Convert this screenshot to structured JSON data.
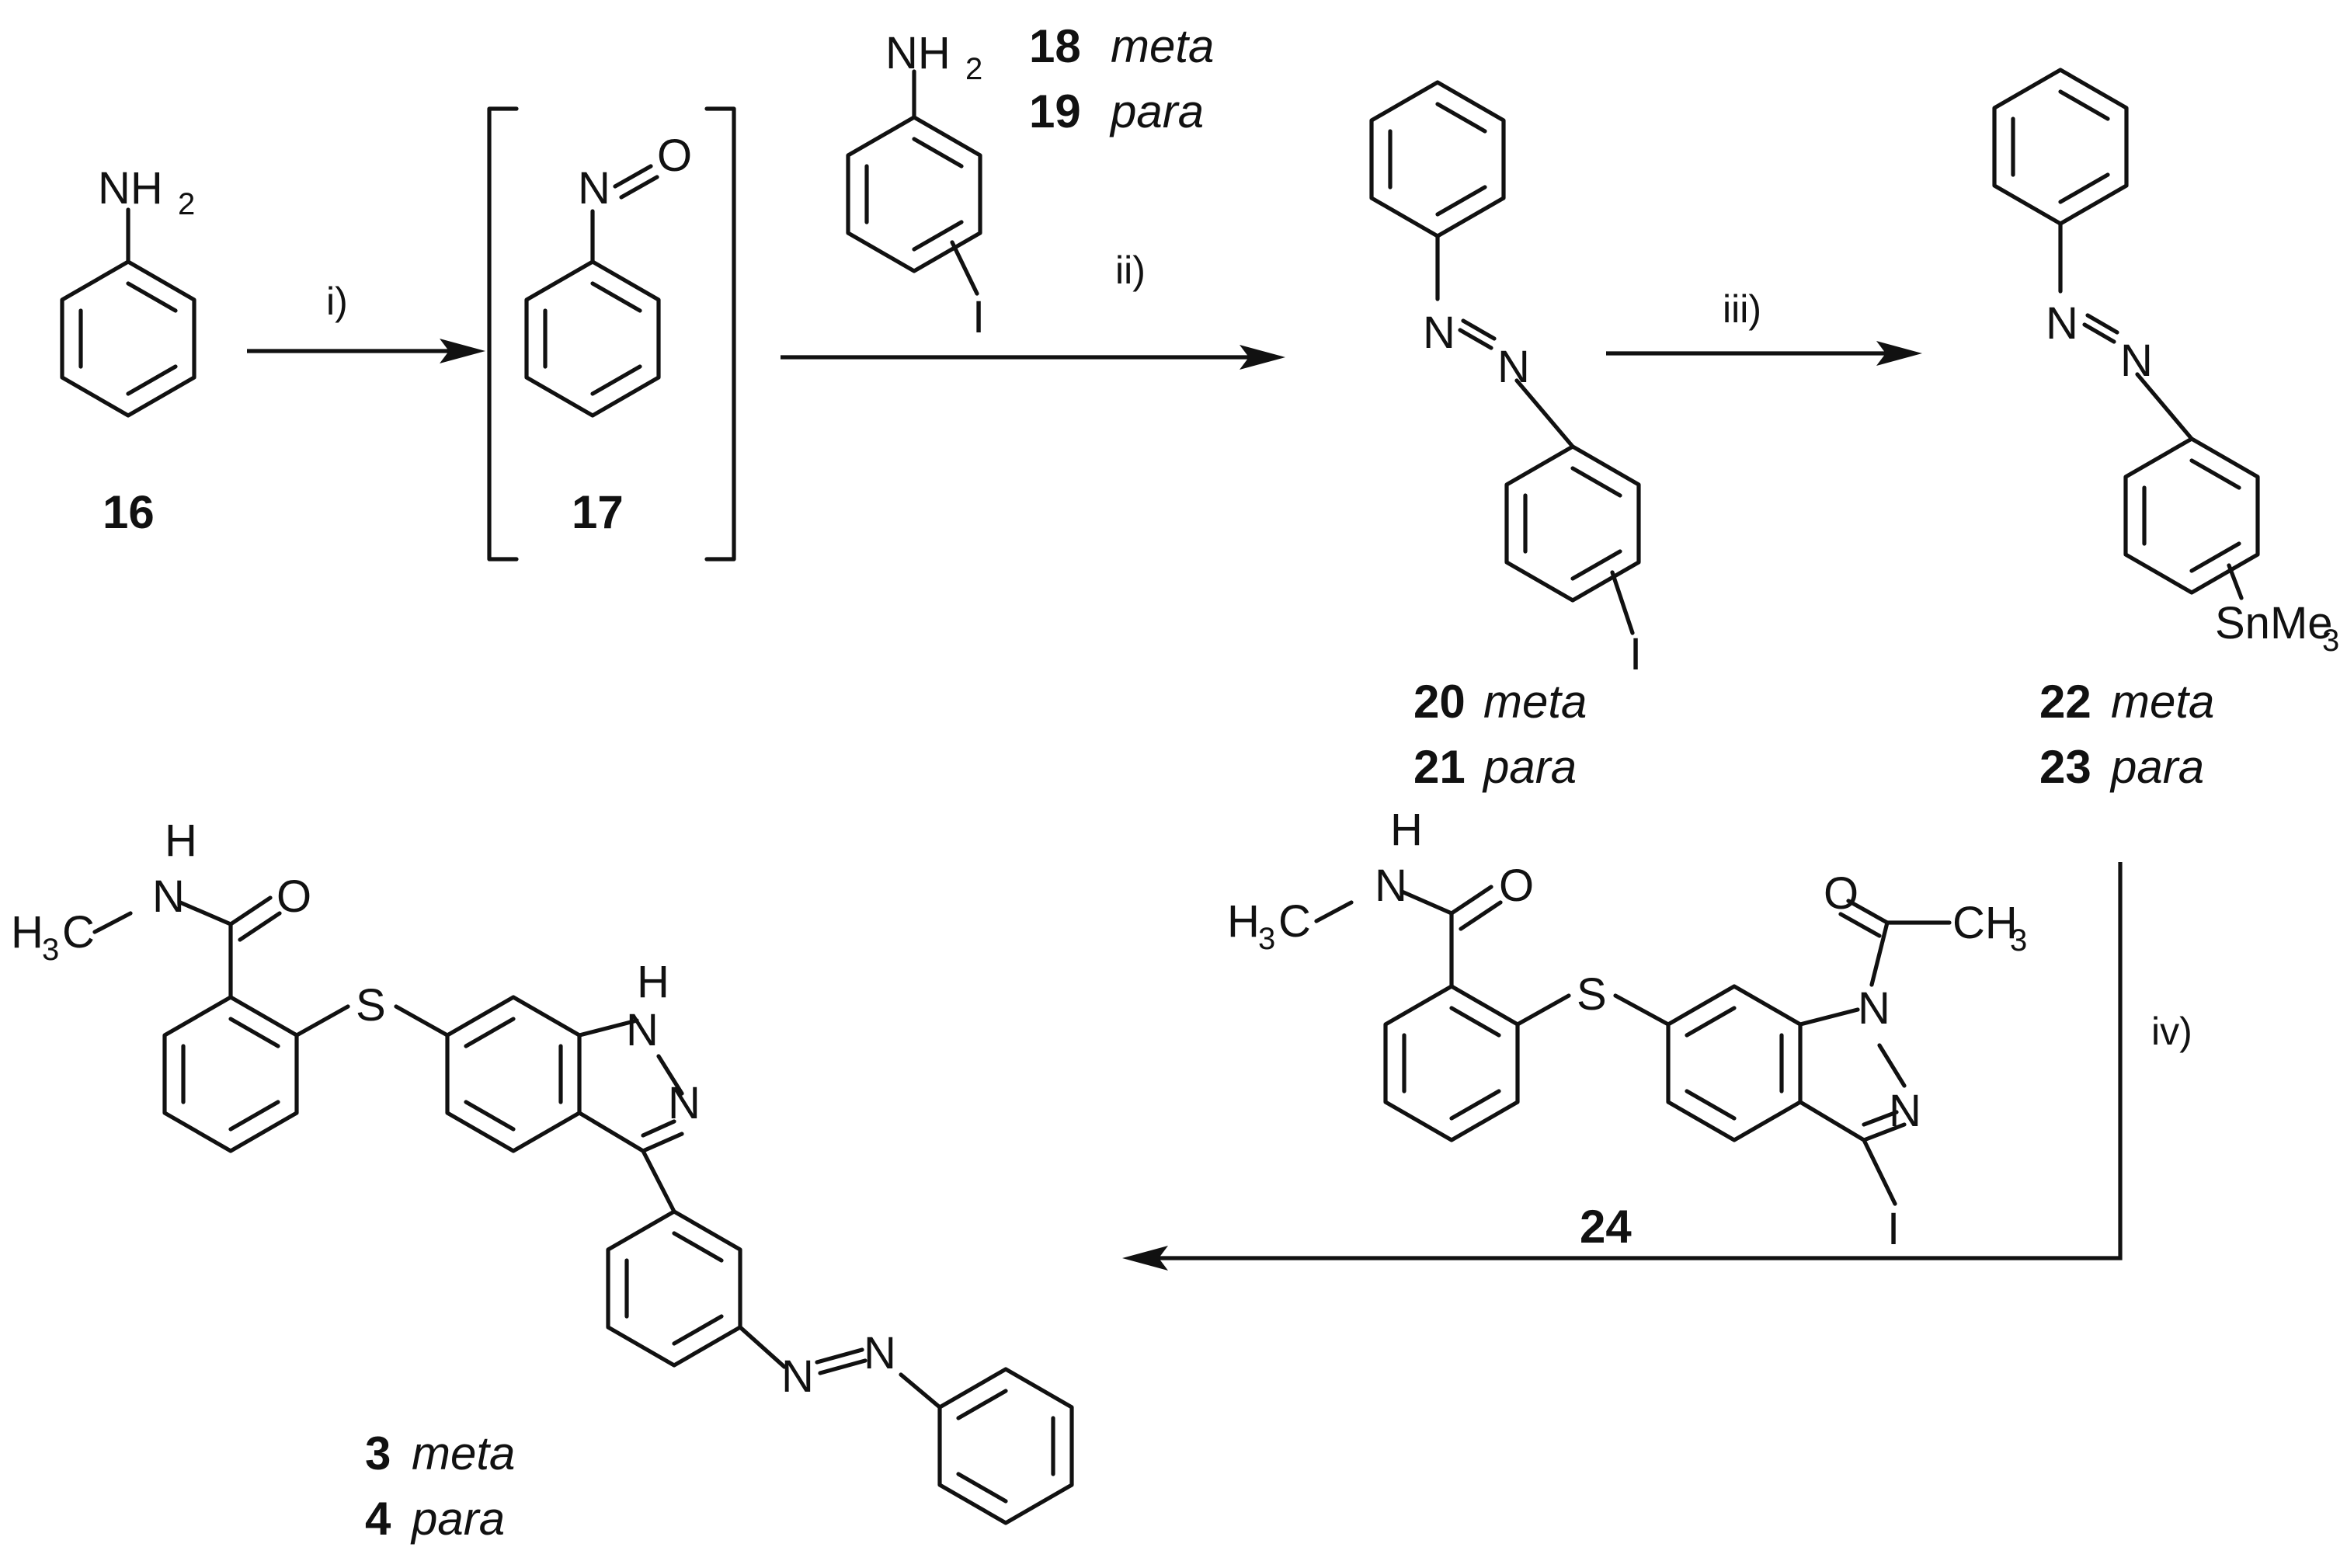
{
  "atoms": {
    "nh2": "NH",
    "two": "2",
    "three": "3",
    "n": "N",
    "o": "O",
    "i": "I",
    "s": "S",
    "h": "H",
    "h_atom": "H",
    "c": "C",
    "sn": "SnMe",
    "ch3": "CH",
    "nh": "H"
  },
  "compounds": {
    "c16": "16",
    "c17": "17",
    "c18": "18",
    "c19": "19",
    "c20": "20",
    "c21": "21",
    "c22": "22",
    "c23": "23",
    "c24": "24",
    "c3": "3",
    "c4": "4",
    "meta": "meta",
    "para": "para"
  },
  "conditions": {
    "step1": "i)",
    "step2": "ii)",
    "step3": "iii)",
    "step4": "iv)"
  }
}
